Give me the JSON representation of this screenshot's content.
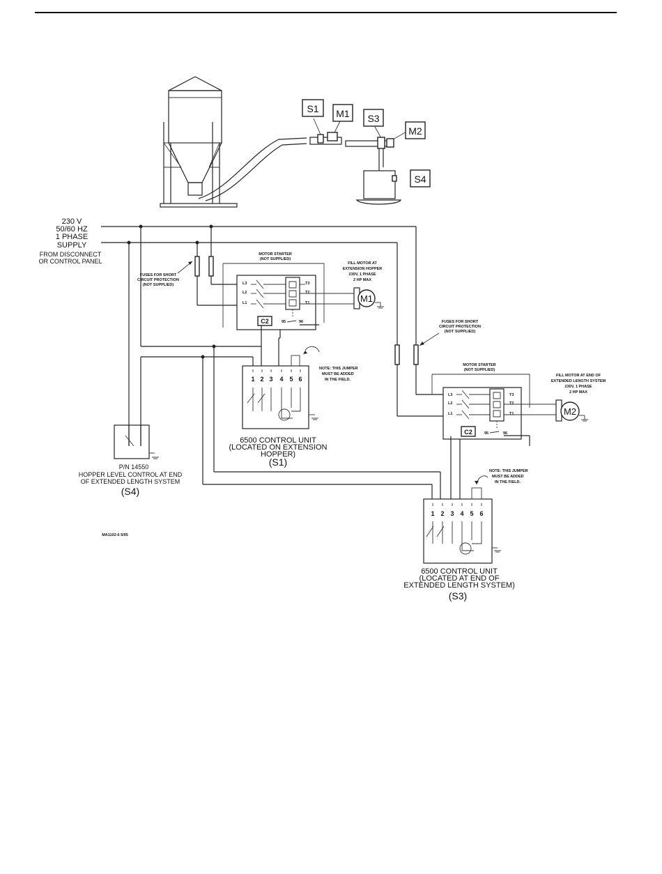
{
  "tags": {
    "s1": "S1",
    "m1": "M1",
    "s3": "S3",
    "m2": "M2",
    "s4": "S4"
  },
  "supply": {
    "line1": "230 V",
    "line2": "50/60 HZ",
    "line3": "1 PHASE",
    "line4": "SUPPLY",
    "line5": "FROM DISCONNECT",
    "line6": "OR CONTROL PANEL"
  },
  "fuses1": {
    "line1": "FUSES FOR SHORT",
    "line2": "CIRCUIT PROTECTION",
    "line3": "(NOT SUPPLIED)"
  },
  "fuses2": {
    "line1": "FUSES FOR SHORT",
    "line2": "CIRCUIT PROTECTION",
    "line3": "(NOT SUPPLIED)"
  },
  "starter1": {
    "title1": "MOTOR STARTER",
    "title2": "(NOT SUPPLIED)",
    "l3": "L3",
    "l2": "L2",
    "l1": "L1",
    "t3": "T3",
    "t2": "T2",
    "t1": "T1",
    "coil": "C2",
    "n95": "95",
    "n96": "96"
  },
  "starter2": {
    "title1": "MOTOR STARTER",
    "title2": "(NOT SUPPLIED)",
    "l3": "L3",
    "l2": "L2",
    "l1": "L1",
    "t3": "T3",
    "t2": "T2",
    "t1": "T1",
    "coil": "C2",
    "n95": "95",
    "n96": "96"
  },
  "motor1": {
    "tag": "M1",
    "line1": "FILL MOTOR AT",
    "line2": "EXTENSION HOPPER",
    "line3": "230V, 1 PHASE",
    "line4": "2 HP MAX"
  },
  "motor2": {
    "tag": "M2",
    "line1": "FILL MOTOR AT END OF",
    "line2": "EXTENDED LENGTH SYSTEM",
    "line3": "230V, 1 PHASE",
    "line4": "2 HP MAX"
  },
  "control1": {
    "terminals": [
      "1",
      "2",
      "3",
      "4",
      "5",
      "6"
    ],
    "note1": "NOTE: THIS JUMPER",
    "note2": "MUST BE ADDED",
    "note3": "IN THE FIELD.",
    "cap1": "6500 CONTROL UNIT",
    "cap2": "(LOCATED ON EXTENSION",
    "cap3": "HOPPER)",
    "cap4": "(S1)"
  },
  "control2": {
    "terminals": [
      "1",
      "2",
      "3",
      "4",
      "5",
      "6"
    ],
    "note1": "NOTE: THIS JUMPER",
    "note2": "MUST BE ADDED",
    "note3": "IN THE FIELD.",
    "cap1": "6500 CONTROL UNIT",
    "cap2": "(LOCATED AT END OF",
    "cap3": "EXTENDED LENGTH SYSTEM)",
    "cap4": "(S3)"
  },
  "level": {
    "pn": "P/N 14550",
    "line1": "HOPPER LEVEL CONTROL AT END",
    "line2": "OF EXTENDED LENGTH SYSTEM",
    "tag": "(S4)"
  },
  "drawing_id": "MA1102-6 5/95"
}
